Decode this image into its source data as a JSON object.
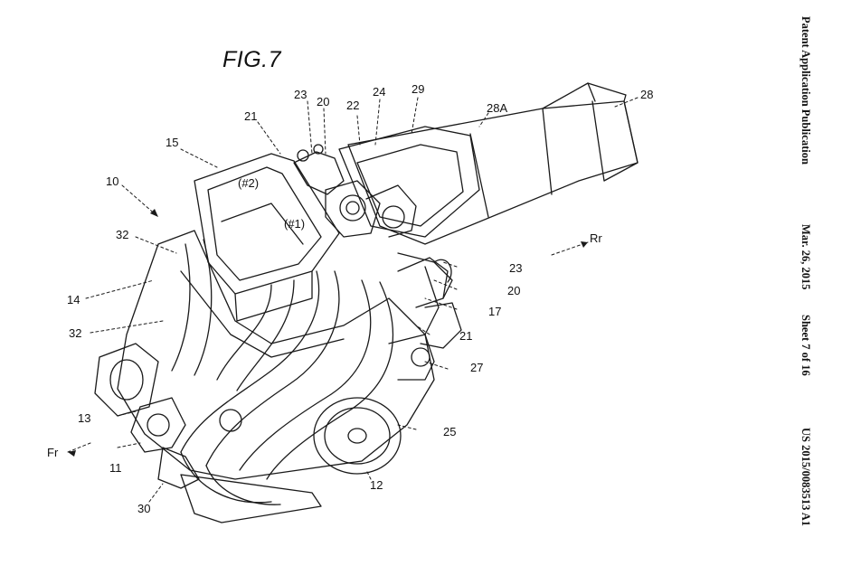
{
  "figure": {
    "title": "FIG.7"
  },
  "header": {
    "publication": "Patent Application Publication",
    "date": "Mar. 26, 2015",
    "sheet": "Sheet 7 of 16",
    "number": "US 2015/0083513 A1"
  },
  "cylinders": {
    "cyl2": "(#2)",
    "cyl1": "(#1)"
  },
  "directions": {
    "rear": "Rr",
    "front": "Fr"
  },
  "refs": {
    "r10": "10",
    "r11": "11",
    "r12": "12",
    "r13": "13",
    "r14": "14",
    "r15": "15",
    "r17": "17",
    "r20a": "20",
    "r20b": "20",
    "r21a": "21",
    "r21b": "21",
    "r22": "22",
    "r23a": "23",
    "r23b": "23",
    "r24": "24",
    "r25": "25",
    "r27": "27",
    "r28": "28",
    "r28A": "28A",
    "r29": "29",
    "r30": "30",
    "r32a": "32",
    "r32b": "32"
  }
}
